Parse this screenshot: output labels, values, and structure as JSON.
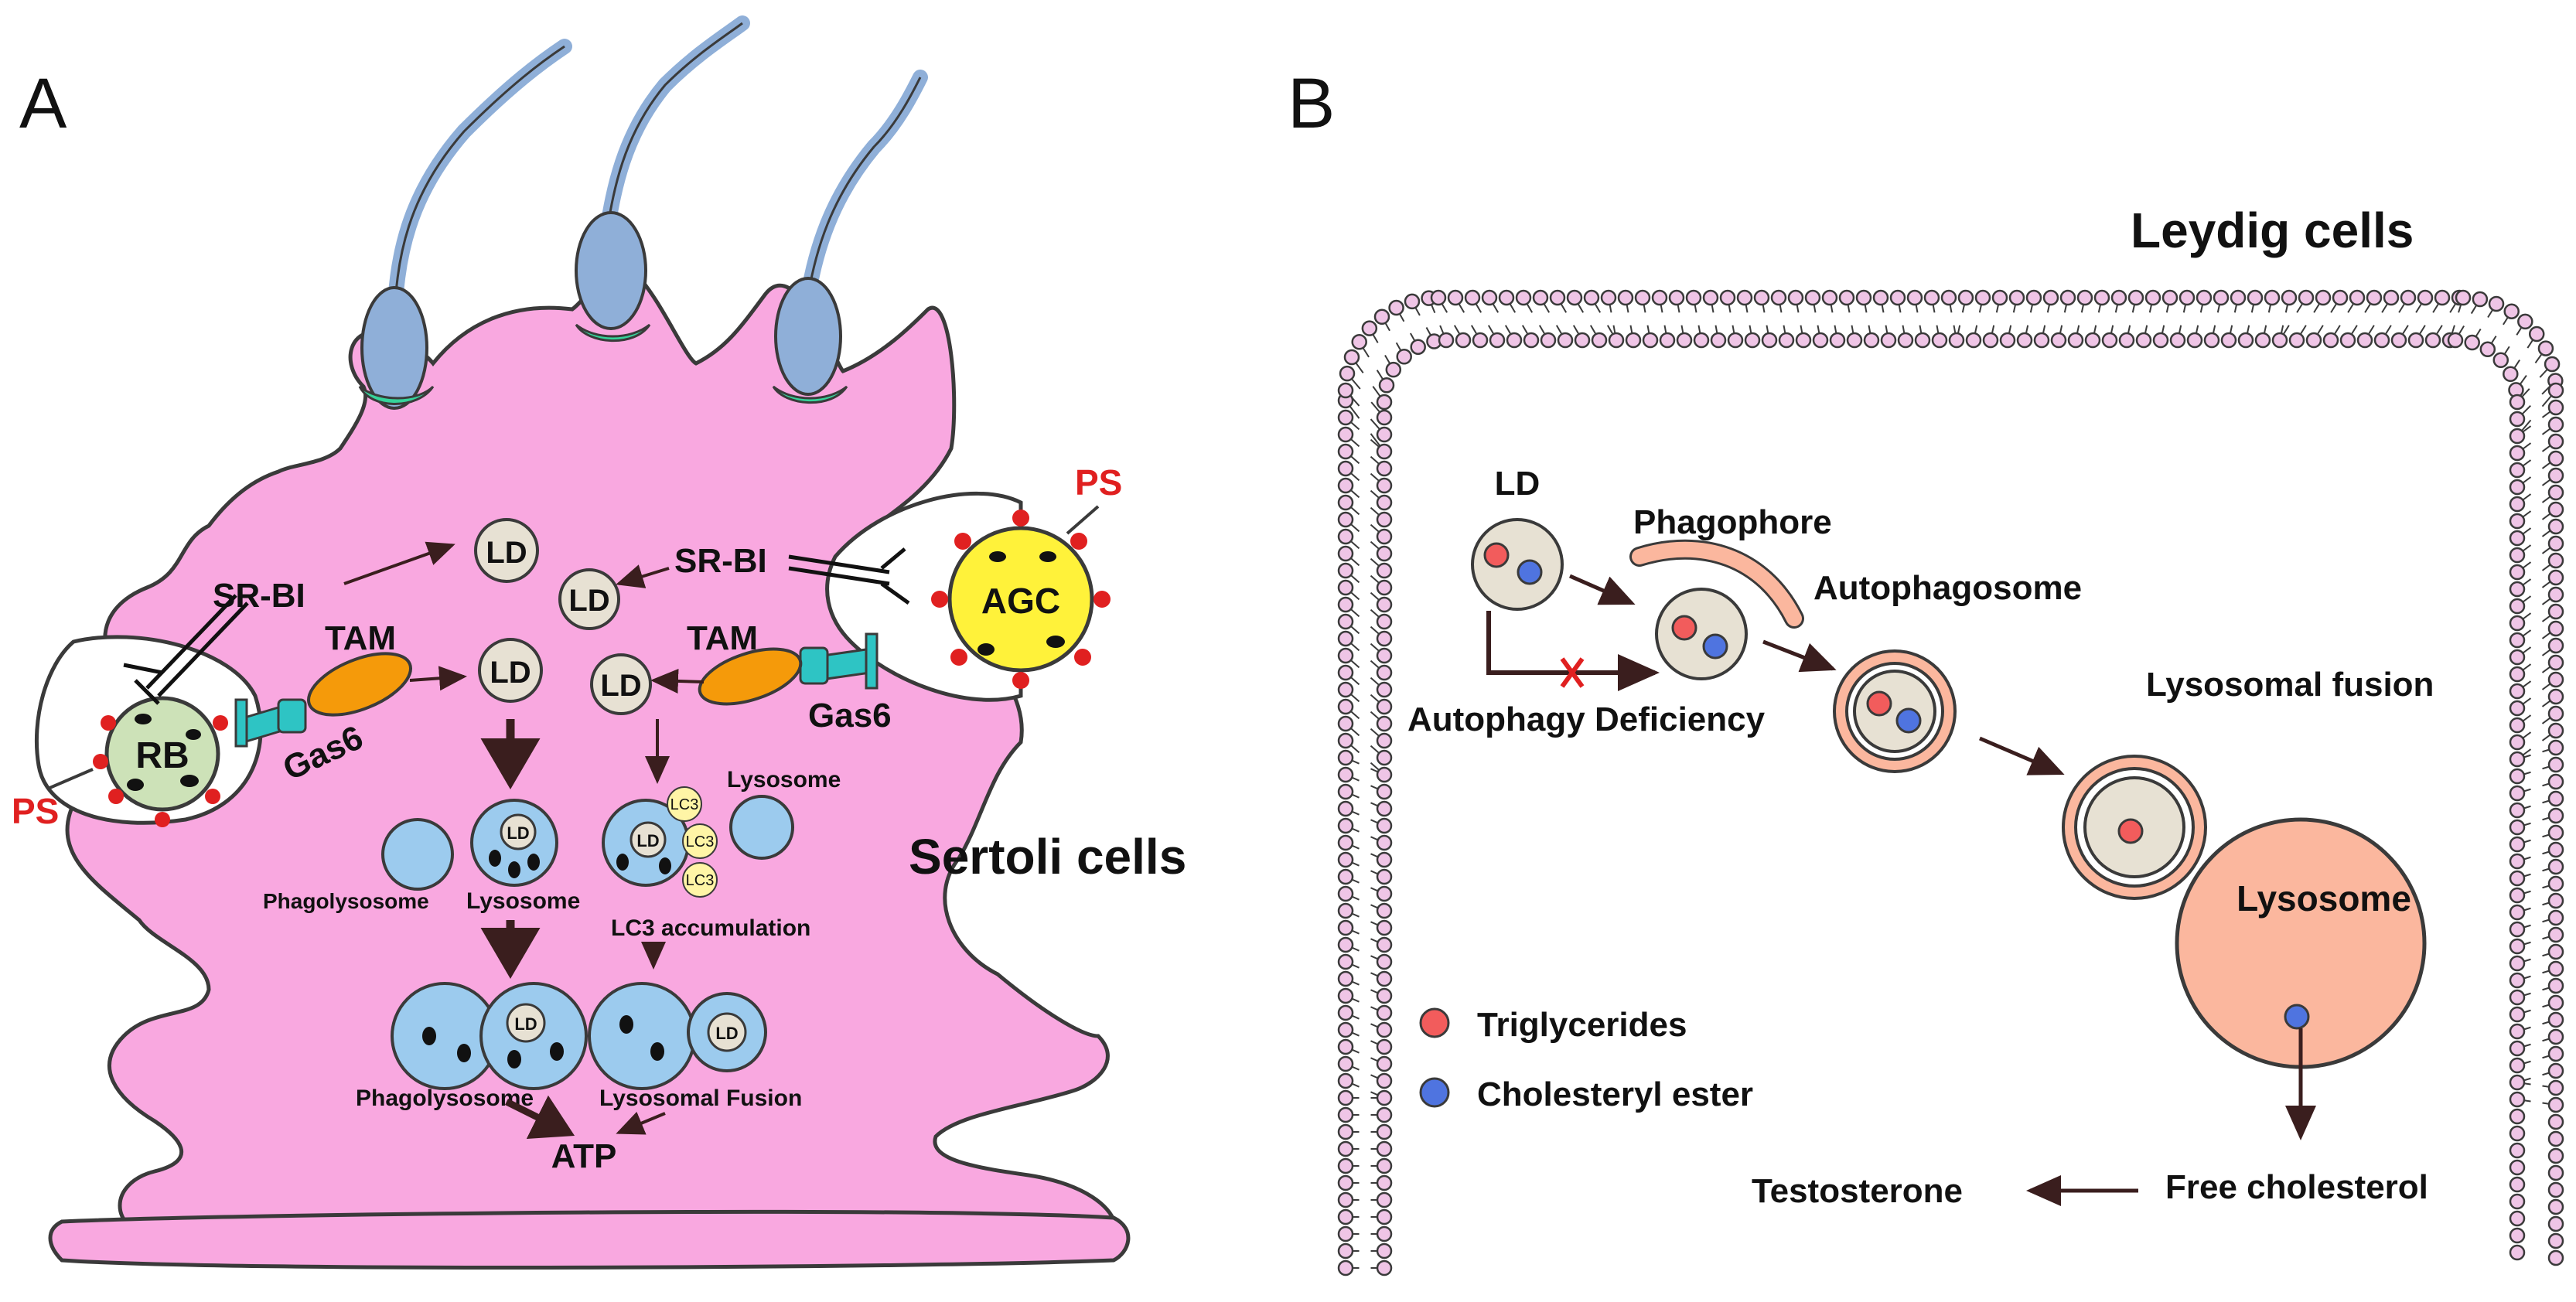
{
  "colors": {
    "cell_body": "#F9A8E0",
    "cell_outline": "#3A3A3A",
    "sperm_blue": "#8FAFD8",
    "lysosome_blue": "#9CCBEE",
    "ld_beige": "#E7E1D3",
    "lc3_yellow": "#FFF5A6",
    "agc_yellow": "#FFF23A",
    "rb_green": "#CDE2B8",
    "tam_orange": "#F59A0A",
    "gas6_cyan": "#2EC4C4",
    "ps_red": "#E02020",
    "membrane_pink": "#EFC5E6",
    "lysosome_salmon": "#FBB79E",
    "triglyceride_red": "#F25C5C",
    "cholesteryl_blue": "#4F74E0",
    "arrow": "#3A1E1E"
  },
  "panel_a": {
    "letter": "A",
    "cell_label": "Sertoli cells",
    "sr_bi_left": "SR-BI",
    "sr_bi_right": "SR-BI",
    "tam_left": "TAM",
    "tam_right": "TAM",
    "gas6_left": "Gas6",
    "gas6_right": "Gas6",
    "ps_left": "PS",
    "ps_right": "PS",
    "rb": "RB",
    "agc": "AGC",
    "ld": "LD",
    "lc3": "LC3",
    "phagolysosome_top": "Phagolysosome",
    "lysosome_mid": "Lysosome",
    "lysosome_right": "Lysosome",
    "lc3_accumulation": "LC3 accumulation",
    "phagolysosome_bottom": "Phagolysosome",
    "lysosomal_fusion": "Lysosomal Fusion",
    "atp": "ATP"
  },
  "panel_b": {
    "letter": "B",
    "cell_label": "Leydig cells",
    "ld": "LD",
    "phagophore": "Phagophore",
    "autophagosome": "Autophagosome",
    "autophagy_deficiency": "Autophagy Deficiency",
    "lysosomal_fusion": "Lysosomal fusion",
    "lysosome": "Lysosome",
    "free_cholesterol": "Free cholesterol",
    "testosterone": "Testosterone",
    "legend": [
      {
        "label": "Triglycerides",
        "color": "#F25C5C"
      },
      {
        "label": "Cholesteryl ester",
        "color": "#4F74E0"
      }
    ]
  }
}
